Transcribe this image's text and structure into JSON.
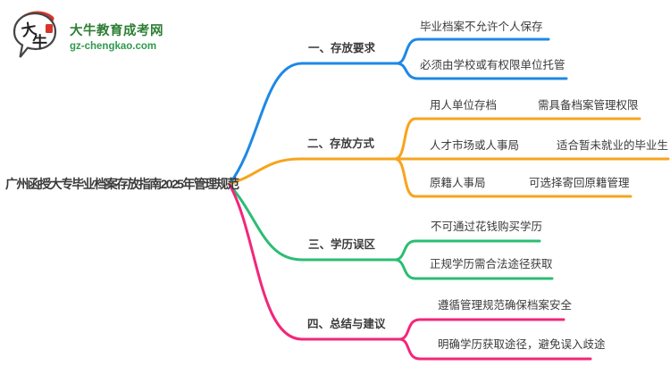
{
  "logo": {
    "icon_char_1": "大",
    "icon_char_2": "牛",
    "site_name": "大牛教育成考网",
    "site_domain": "gz-chengkao.com",
    "brand_green": "#2d7e34",
    "brand_red": "#d8342a"
  },
  "root": {
    "label": "广州函授大专毕业档案存放指南2025年管理规范"
  },
  "branches": [
    {
      "label": "一、存放要求",
      "color": "#1E88E5",
      "children": [
        {
          "label": "毕业档案不允许个人保存"
        },
        {
          "label": "必须由学校或有权限单位托管"
        }
      ]
    },
    {
      "label": "二、存放方式",
      "color": "#F7A41D",
      "children": [
        {
          "label": "用人单位存档",
          "note": "需具备档案管理权限"
        },
        {
          "label": "人才市场或人事局",
          "note": "适合暂未就业的毕业生"
        },
        {
          "label": "原籍人事局",
          "note": "可选择寄回原籍管理"
        }
      ]
    },
    {
      "label": "三、学历误区",
      "color": "#2BBD73",
      "children": [
        {
          "label": "不可通过花钱购买学历"
        },
        {
          "label": "正规学历需合法途径获取"
        }
      ]
    },
    {
      "label": "四、总结与建议",
      "color": "#F3267A",
      "children": [
        {
          "label": "遵循管理规范确保档案安全"
        },
        {
          "label": "明确学历获取途径，避免误入歧途"
        }
      ]
    }
  ]
}
